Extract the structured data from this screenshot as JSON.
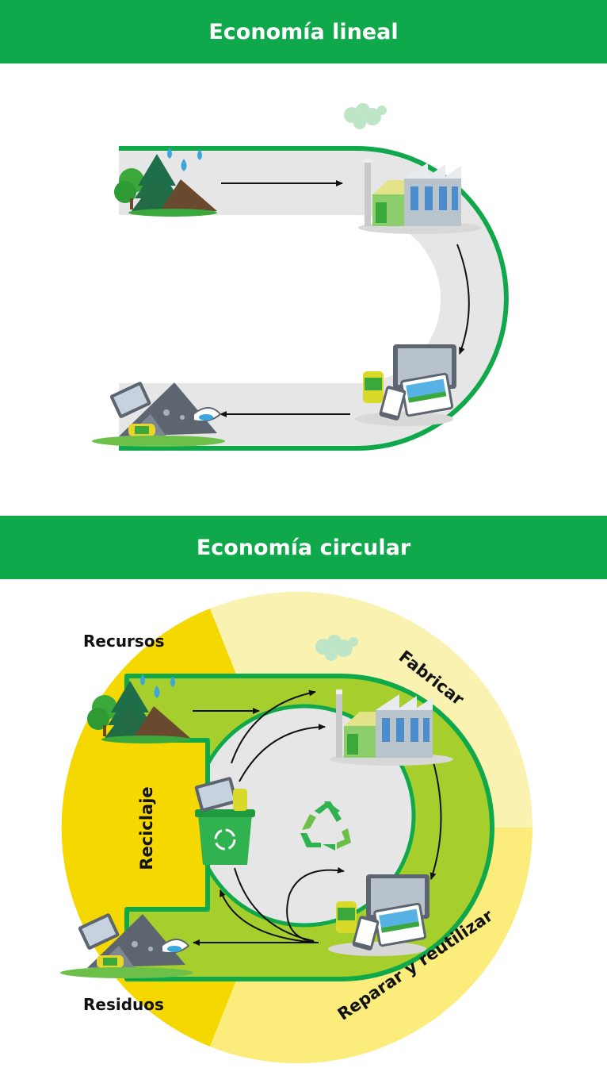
{
  "sections": {
    "linear_title": "Economía lineal",
    "circular_title": "Economía circular"
  },
  "labels": {
    "resources": "Recursos",
    "waste": "Residuos",
    "manufacture": "Fabricar",
    "recycling": "Reciclaje",
    "repair_reuse": "Reparar y reutilizar"
  },
  "colors": {
    "banner_green": "#0fa84a",
    "track_grey": "#e6e6e6",
    "outline_green": "#0fa84a",
    "lime": "#a6cf2e",
    "recycle_yellow": "#f5d800",
    "pale_yellow": "#f9f2b0",
    "light_yellow": "#fbec7c"
  }
}
